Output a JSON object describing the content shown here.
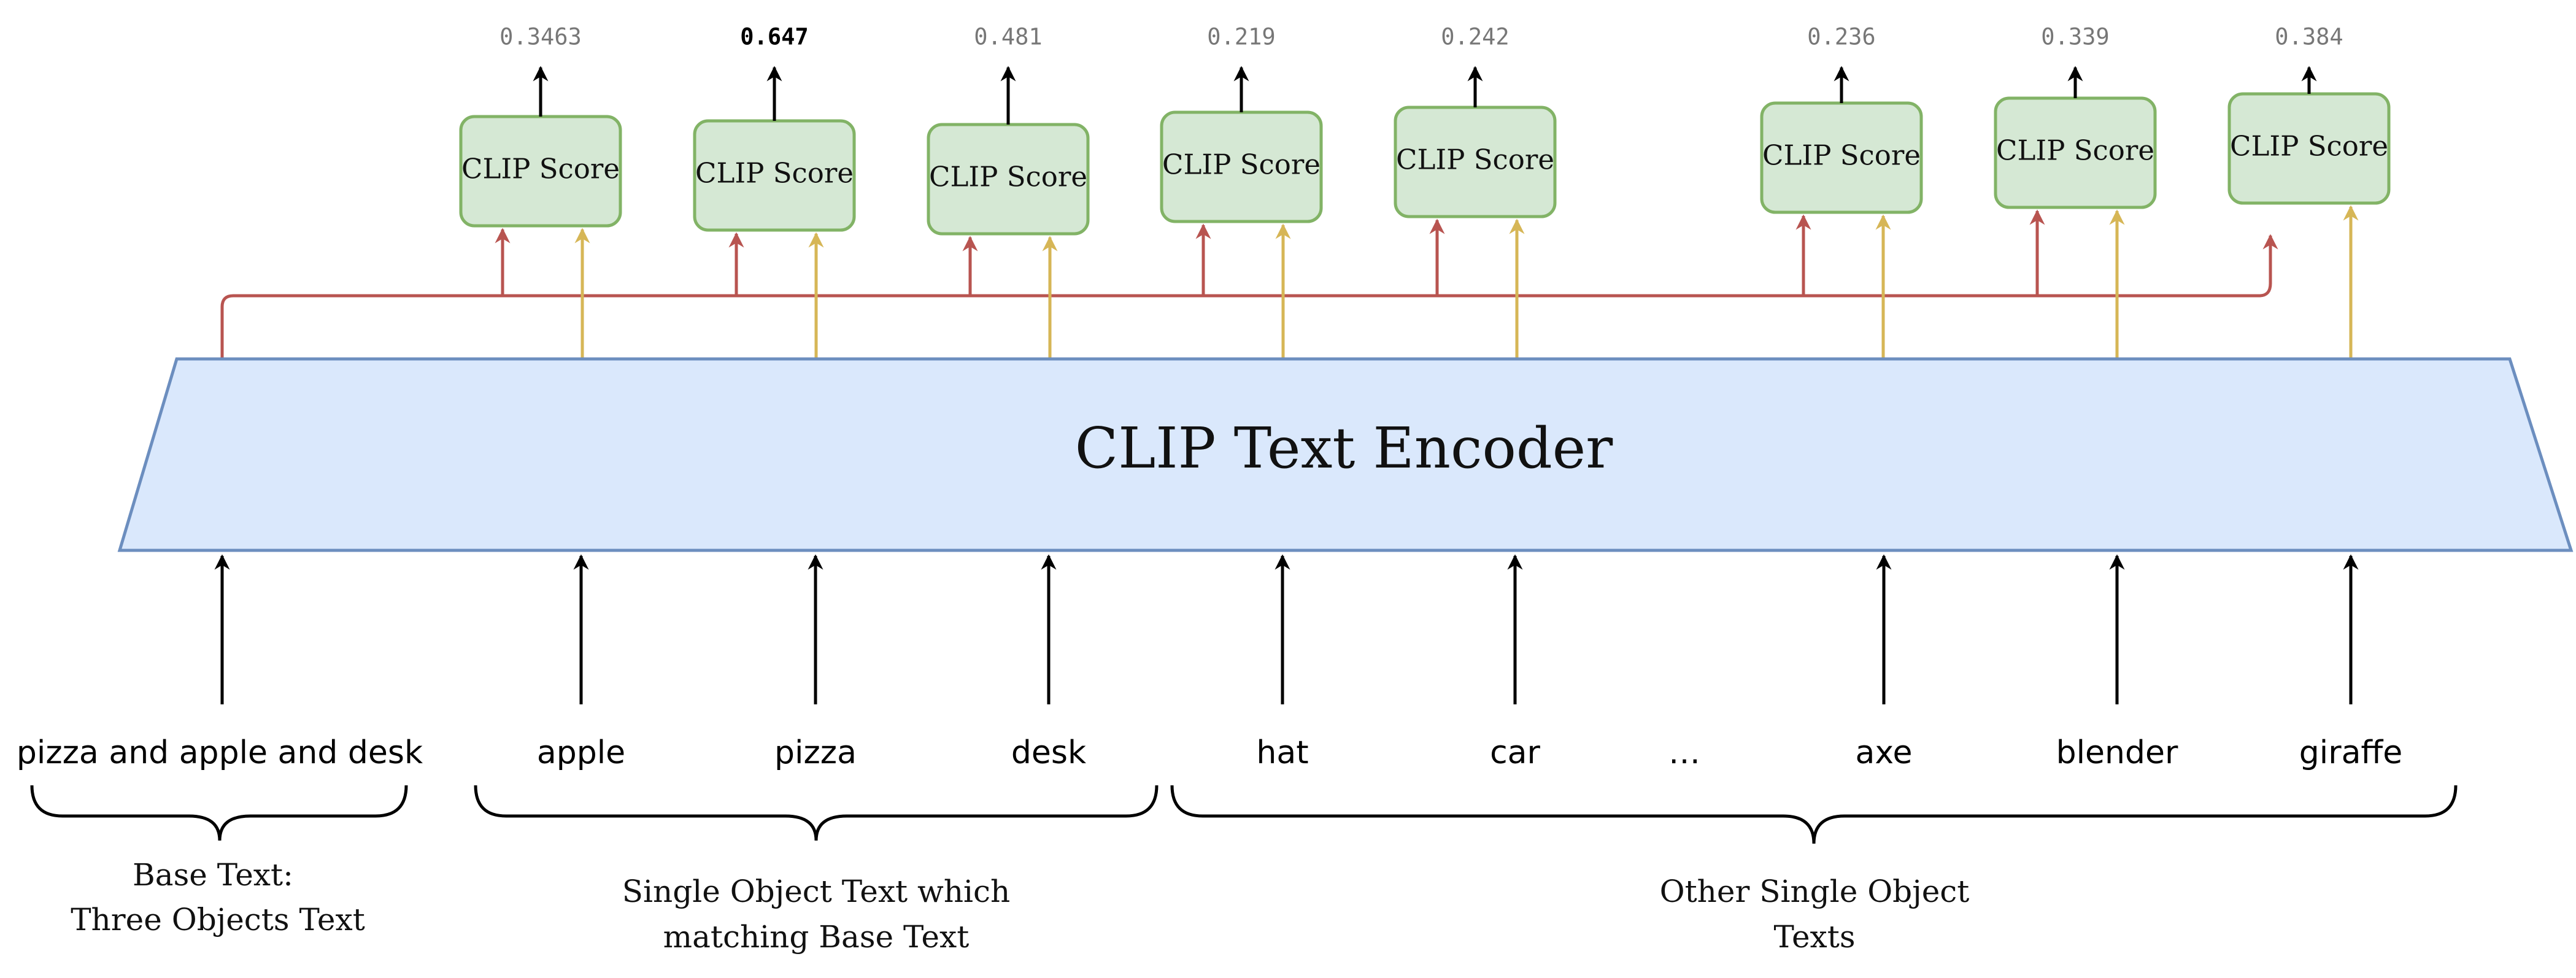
{
  "encoder": {
    "label": "CLIP Text Encoder"
  },
  "score_box_label": "CLIP Score",
  "scores": [
    {
      "value": "0.3463",
      "highlight": false
    },
    {
      "value": "0.647",
      "highlight": true
    },
    {
      "value": "0.481",
      "highlight": false
    },
    {
      "value": "0.219",
      "highlight": false
    },
    {
      "value": "0.242",
      "highlight": false
    },
    {
      "value": "0.236",
      "highlight": false
    },
    {
      "value": "0.339",
      "highlight": false
    },
    {
      "value": "0.384",
      "highlight": false
    }
  ],
  "inputs": {
    "base": "pizza and apple and desk",
    "objects": [
      "apple",
      "pizza",
      "desk",
      "hat",
      "car",
      "axe",
      "blender",
      "giraffe"
    ],
    "ellipsis": "…"
  },
  "groups": [
    {
      "lines": [
        "Base Text:",
        "Three Objects Text"
      ]
    },
    {
      "lines": [
        "Single Object Text which",
        "matching Base Text"
      ]
    },
    {
      "lines": [
        "Other Single Object",
        "Texts"
      ]
    }
  ],
  "colors": {
    "encoder_fill": "#dae8fc",
    "encoder_stroke": "#6c8ebf",
    "box_fill": "#d5e8d4",
    "box_stroke": "#82b366",
    "base_arrow": "#b85450",
    "object_arrow": "#d6b656",
    "arrow": "#000000"
  }
}
